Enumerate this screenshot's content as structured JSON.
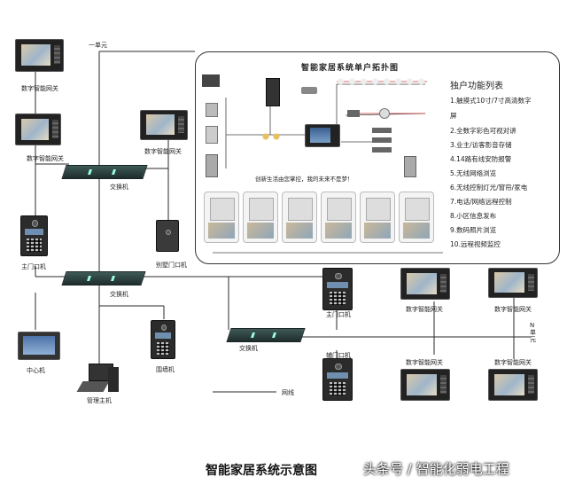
{
  "diagram": {
    "labels": {
      "top_unit": "一单元",
      "gateway_tl": "数字智能网关",
      "gateway_ml": "数字智能网关",
      "gateway_mc": "数字智能网关",
      "switch_top": "交换机",
      "main_gate_left": "主门口机",
      "villa_gate": "别墅门口机",
      "switch_mid": "交换机",
      "center_unit": "中心机",
      "wall_unit": "围墙机",
      "management_host": "管理主机",
      "main_gate_right": "主门口机",
      "switch_right": "交换机",
      "aux_gate": "辅门口机",
      "gateway_r1": "数字智能网关",
      "gateway_r2": "数字智能网关",
      "gateway_r3": "数字智能网关",
      "gateway_r4": "数字智能网关",
      "n_unit": "N单元",
      "network_cable": "网线"
    },
    "topology_title": "智能家居系统单户拓扑图",
    "slogan": "创新生活由您掌控，我的未来不是梦！",
    "features_title": "独户功能列表",
    "features": [
      "1.触摸式10寸/7寸高清数字",
      "屏",
      "2.全数字彩色可视对讲",
      "3.业主/访客影音存储",
      "4.14路有线安防报警",
      "5.无线网络浏览",
      "6.无线控制灯光/窗帘/家电",
      "7.电话/网络远程控制",
      "8.小区信息发布",
      "9.数码照片浏览",
      "10.远程视频监控"
    ],
    "caption": "智能家居系统示意图",
    "watermark": "头条号 / 智能化弱电工程"
  },
  "colors": {
    "line": "#2a2a2a",
    "accent_red": "#c83232",
    "switch": "#2e4644"
  }
}
